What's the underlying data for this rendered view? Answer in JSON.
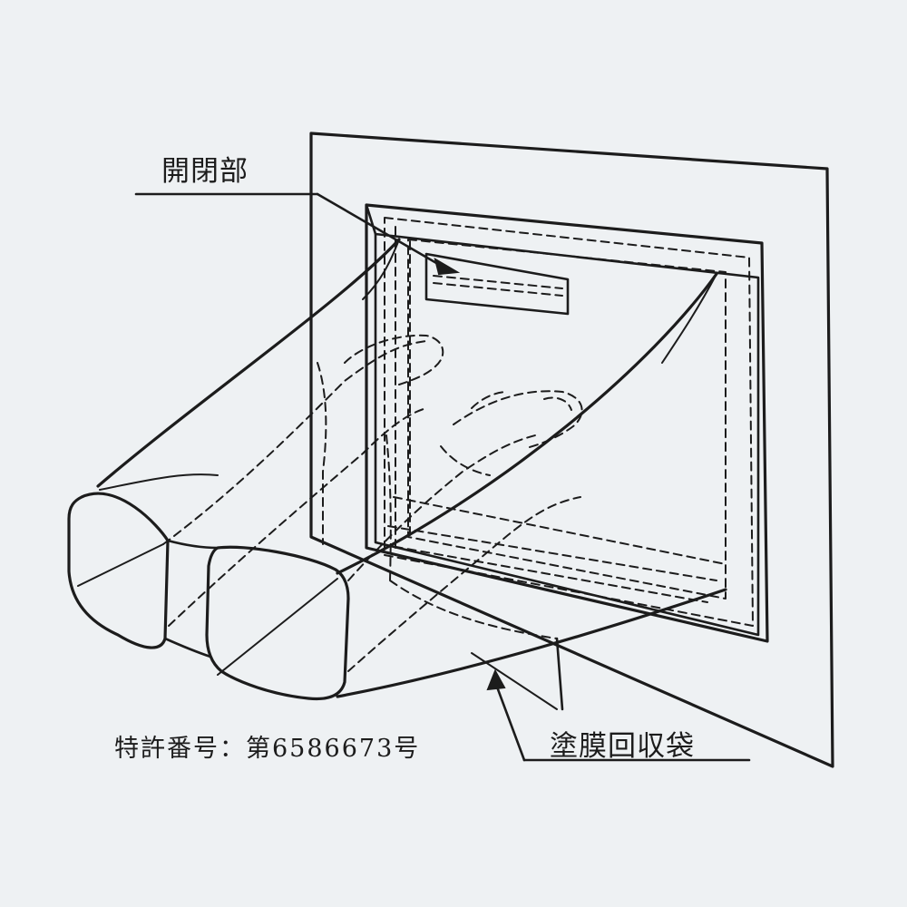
{
  "labels": {
    "opening": "開閉部",
    "bag": "塗膜回収袋"
  },
  "patent": {
    "text": "特許番号：第6586673号"
  },
  "colors": {
    "background": "#eef1f3",
    "ink": "#1c1c1c"
  }
}
